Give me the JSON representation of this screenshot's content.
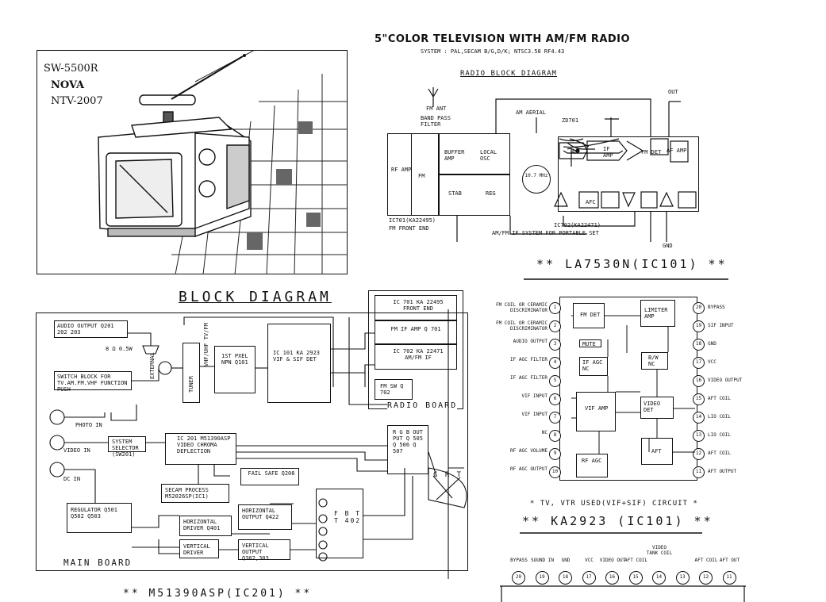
{
  "header": {
    "title": "5\"COLOR TELEVISION WITH AM/FM RADIO",
    "subtitle": "SYSTEM : PAL,SECAM B/G,D/K; NTSC3.58 RF4.43"
  },
  "models": [
    "SW-5500R",
    "NOVA",
    "NTV-2007"
  ],
  "radio_block": {
    "title": "RADIO BLOCK DIAGRAM",
    "antenna_label": "FM ANT",
    "filter_label": "BAND PASS FILTER",
    "am_aerial": "AM AERIAL",
    "zd": "ZD701",
    "out": "OUT",
    "blocks": [
      "RF AMP",
      "FM",
      "BUFFER AMP",
      "LOCAL OSC",
      "STAB",
      "REG",
      "AM",
      "IF AMP",
      "FM DET",
      "AF AMP",
      "AFC"
    ],
    "if_label": "10.7 MHz",
    "ic_fm": "IC701(KA22495)",
    "ic_fm2": "FM FRONT END",
    "ic_am": "IC702(KA22471)",
    "amfm": "AM/FM IF SYSTEM FOR PORTABLE SET",
    "gnd": "GND"
  },
  "la_title": "** LA7530N(IC101) **",
  "la_ic": {
    "left_pins": [
      {
        "num": "1",
        "label": "FM COIL OR CERAMIC DISCRIMINATOR"
      },
      {
        "num": "2",
        "label": "FM COIL OR CERAMIC DISCRIMINATOR"
      },
      {
        "num": "3",
        "label": "AUDIO OUTPUT"
      },
      {
        "num": "4",
        "label": "IF AGC FILTER"
      },
      {
        "num": "5",
        "label": "IF AGC FILTER"
      },
      {
        "num": "6",
        "label": "VIF INPUT"
      },
      {
        "num": "7",
        "label": "VIF INPUT"
      },
      {
        "num": "8",
        "label": "NC"
      },
      {
        "num": "9",
        "label": "RF AGC VOLUME"
      },
      {
        "num": "10",
        "label": "RF AGC OUTPUT"
      }
    ],
    "right_pins": [
      {
        "num": "20",
        "label": "BYPASS"
      },
      {
        "num": "19",
        "label": "SIF INPUT"
      },
      {
        "num": "18",
        "label": "GND"
      },
      {
        "num": "17",
        "label": "VCC"
      },
      {
        "num": "16",
        "label": "VIDEO OUTPUT"
      },
      {
        "num": "15",
        "label": "AFT COIL"
      },
      {
        "num": "14",
        "label": "LIO COIL"
      },
      {
        "num": "13",
        "label": "LIO COIL"
      },
      {
        "num": "12",
        "label": "AFT COIL"
      },
      {
        "num": "11",
        "label": "AFT OUTPUT"
      }
    ],
    "blocks": [
      "FM DET",
      "LIMITER AMP",
      "MUTE",
      "IF AGC NC",
      "B/W NC",
      "VIF AMP",
      "VIDEO DET",
      "AFT",
      "RF AGC"
    ],
    "caption": "* TV, VTR USED(VIF+SIF) CIRCUIT *"
  },
  "ka_title": "** KA2923 (IC101) **",
  "ka_pins": [
    {
      "num": "20",
      "label": "BYPASS"
    },
    {
      "num": "19",
      "label": "SOUND IN"
    },
    {
      "num": "18",
      "label": "GND"
    },
    {
      "num": "17",
      "label": "VCC"
    },
    {
      "num": "16",
      "label": "VIDEO OUT"
    },
    {
      "num": "15",
      "label": "AFT COIL"
    },
    {
      "num": "14",
      "label": "VIDEO TANK COIL"
    },
    {
      "num": "13",
      "label": ""
    },
    {
      "num": "12",
      "label": "AFT COIL"
    },
    {
      "num": "11",
      "label": "AFT OUT"
    }
  ],
  "block_diagram": {
    "title": "BLOCK DIAGRAM",
    "audio_out": "AUDIO OUTPUT Q201 202 203",
    "speaker": "8 Ω 0.5W",
    "switch_block": "SWITCH BLOCK FOR TV.AM.FM.VHF FUNCTION PUSH",
    "external": "EXTERNAL",
    "tuner": "TUNER",
    "vhf_uhf": "VHF/UHF TV/FM",
    "if_amp": "1ST PXEL NPN Q101",
    "ic101": "IC 101 KA 2923 VIF & SIF DET",
    "radio_board": "RADIO BOARD",
    "radio_ic1": "IC 701 KA 22495 FRONT END",
    "radio_ic2": "FM IF AMP Q 701",
    "radio_ic3": "IC 702 KA 22471 AM/FM IF",
    "radio_q": "FM SW Q 702",
    "photo_in": "PHOTO IN",
    "video_in": "VIDEO IN",
    "dc_in": "DC IN",
    "system_sel": "SYSTEM SELECTOR (SW201)",
    "ic201": "IC 201 M51390ASP VIDEO CHROMA DEFLECTION",
    "secam": "SECAM PROCESS M52026SP(IC1)",
    "rgb": "R G B OUT PUT Q 505 Q 506 Q 507",
    "crt": "C R T",
    "fail_safe": "FAIL SAFE Q208",
    "fbt": "F B T T 402",
    "h_out": "HORIZONTAL OUTPUT Q422",
    "v_out": "VERTICAL OUTPUT Q302,303",
    "h_drv": "HORIZONTAL DRIVER Q401",
    "v_drv": "VERTICAL DRIVER",
    "regulator": "REGULATOR Q501 Q502 Q503",
    "main_board": "MAIN BOARD",
    "bottom": "** M51390ASP(IC201) **"
  }
}
